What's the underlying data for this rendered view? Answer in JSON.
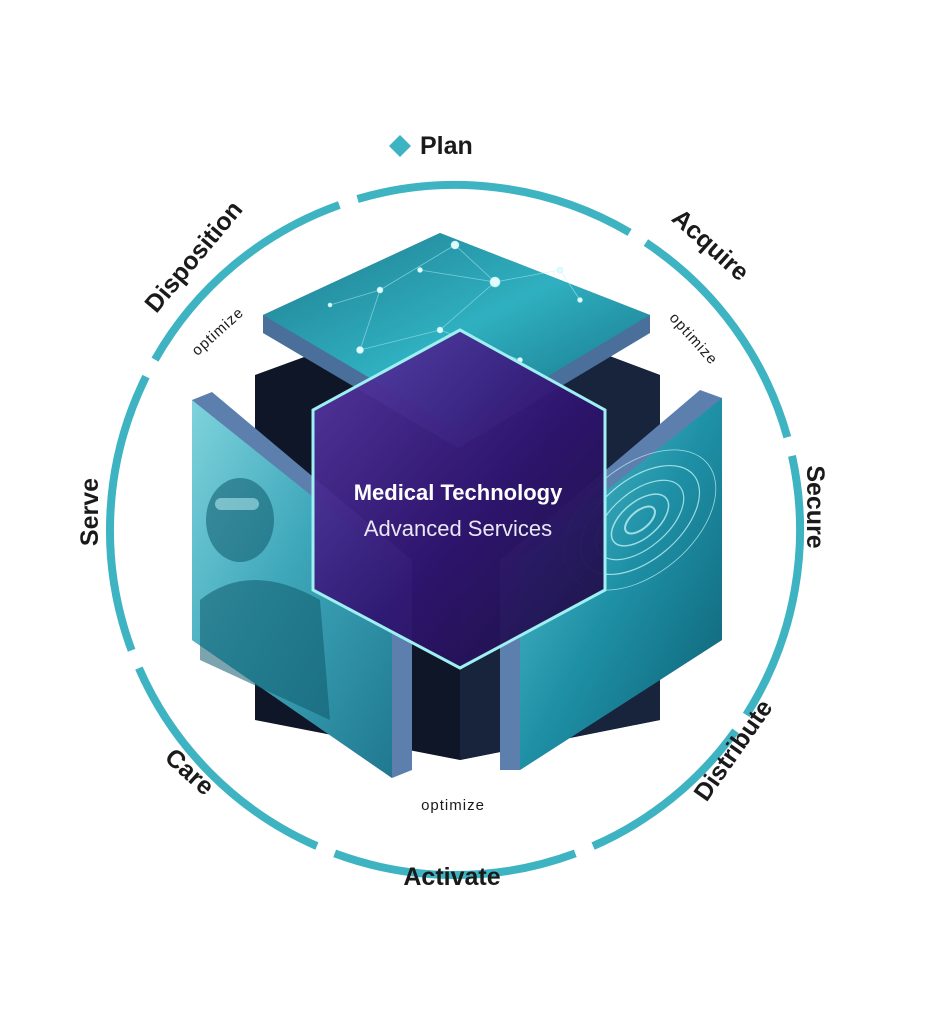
{
  "cycle": {
    "stages": [
      {
        "id": "plan",
        "label": "Plan"
      },
      {
        "id": "acquire",
        "label": "Acquire"
      },
      {
        "id": "secure",
        "label": "Secure"
      },
      {
        "id": "distribute",
        "label": "Distribute"
      },
      {
        "id": "activate",
        "label": "Activate"
      },
      {
        "id": "care",
        "label": "Care"
      },
      {
        "id": "serve",
        "label": "Serve"
      },
      {
        "id": "disposition",
        "label": "Disposition"
      }
    ],
    "optimize_labels": [
      "optimize",
      "optimize",
      "optimize"
    ]
  },
  "center": {
    "title": "Medical Technology",
    "subtitle": "Advanced Services"
  },
  "colors": {
    "ring": "#3eb3c2",
    "marker": "#3eb3c2",
    "cube_core": "#101a2e",
    "hexagon_fill": "#3a1a7a",
    "hexagon_stroke": "#9ff0f2",
    "panel_teal": "#2a9db0",
    "panel_edge": "#6a8fb8"
  },
  "icons": {
    "plan_marker": "diamond-icon"
  }
}
